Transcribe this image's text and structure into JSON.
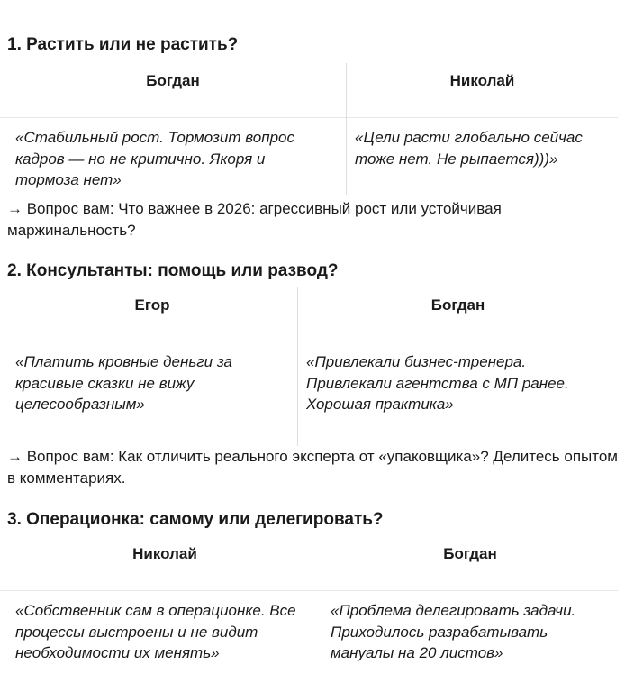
{
  "sections": [
    {
      "heading": "1. Растить или не растить?",
      "people": [
        "Богдан",
        "Николай"
      ],
      "quotes": [
        "«Стабильный рост. Тормозит вопрос кадров — но не критично. Якоря и тормоза нет»",
        "«Цели расти глобально сейчас тоже нет. Не рыпается)))»"
      ],
      "question": "→ Вопрос вам: Что важнее в 2026: агрессивный рост или устойчивая маржинальность?"
    },
    {
      "heading": "2. Консультанты: помощь или развод?",
      "people": [
        "Егор",
        "Богдан"
      ],
      "quotes": [
        "«Платить кровные деньги за красивые сказки не вижу целесообразным»",
        "«Привлекали бизнес-тренера. Привлекали агентства с МП ранее. Хорошая практика»"
      ],
      "question": "→ Вопрос вам: Как отличить реального эксперта от «упаковщика»? Делитесь опытом в комментариях."
    },
    {
      "heading": "3. Операционка: самому или делегировать?",
      "people": [
        "Николай",
        "Богдан"
      ],
      "quotes": [
        "«Собственник сам в операционке. Все процессы выстроены и не видит необходимости их менять»",
        "«Проблема делегировать задачи. Приходилось разрабатывать мануалы на 20 листов»"
      ]
    }
  ]
}
